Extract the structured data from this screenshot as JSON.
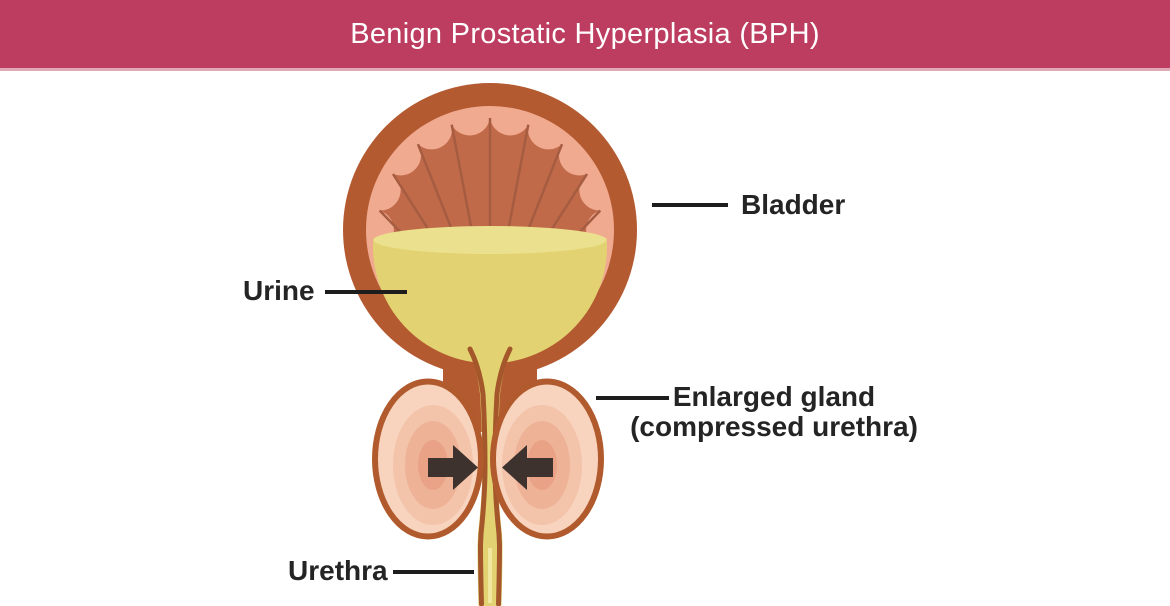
{
  "header": {
    "title": "Benign Prostatic Hyperplasia (BPH)"
  },
  "labels": {
    "bladder": "Bladder",
    "urine": "Urine",
    "enlarged_line1": "Enlarged gland",
    "enlarged_line2": "(compressed urethra)",
    "urethra": "Urethra"
  },
  "colors": {
    "header_bg": "#bc3d5f",
    "header_sep": "#dfa9b8",
    "title_text": "#ffffff",
    "label_text": "#242424",
    "line_color": "#1d1d1d",
    "wall_brown": "#b45a31",
    "inner_pink": "#f0aa90",
    "fan_terracotta": "#c06a4a",
    "rugae_line": "#a55c40",
    "urine_yellow": "#e2d271",
    "urine_surface": "#ebe08d",
    "duct_border": "#a4572a",
    "lobe_outline": "#b05a2d",
    "lobe_base": "#f8d4bf",
    "lobe_mid1": "#f3c3aa",
    "lobe_mid2": "#eeb296",
    "lobe_core": "#e9a285",
    "arrow_dark": "#3d322e",
    "tube_highlight": "#f1e7a0"
  }
}
